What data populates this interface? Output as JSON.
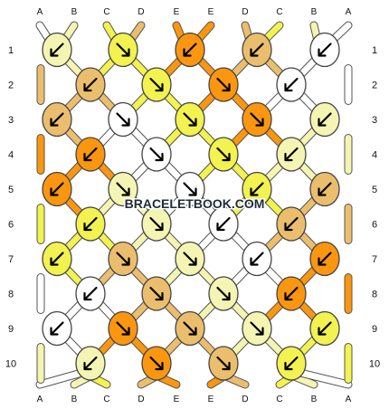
{
  "colors": {
    "A": "#ffffff",
    "B": "#f5f5b3",
    "C": "#f2f250",
    "D": "#ebbe6e",
    "E": "#fa960f"
  },
  "top_letters": [
    "A",
    "B",
    "C",
    "D",
    "E",
    "E",
    "D",
    "C",
    "B",
    "A"
  ],
  "bottom_letters": [
    "A",
    "B",
    "C",
    "D",
    "E",
    "E",
    "D",
    "C",
    "B",
    "A"
  ],
  "row_numbers": [
    "1",
    "2",
    "3",
    "4",
    "5",
    "6",
    "7",
    "8",
    "9",
    "10"
  ],
  "watermark": "BRACELETBOOK.COM",
  "knots": [
    [
      {
        "c": "B",
        "d": "L"
      },
      {
        "c": "C",
        "d": "R"
      },
      {
        "c": "E",
        "d": "L"
      },
      {
        "c": "D",
        "d": "L"
      },
      {
        "c": "A",
        "d": "L"
      }
    ],
    [
      {
        "c": "D",
        "d": "L"
      },
      {
        "c": "C",
        "d": "R"
      },
      {
        "c": "E",
        "d": "R"
      },
      {
        "c": "A",
        "d": "L"
      }
    ],
    [
      {
        "c": "D",
        "d": "L"
      },
      {
        "c": "A",
        "d": "R"
      },
      {
        "c": "C",
        "d": "R"
      },
      {
        "c": "E",
        "d": "R"
      },
      {
        "c": "B",
        "d": "L"
      }
    ],
    [
      {
        "c": "E",
        "d": "L"
      },
      {
        "c": "A",
        "d": "R"
      },
      {
        "c": "C",
        "d": "R"
      },
      {
        "c": "B",
        "d": "L"
      }
    ],
    [
      {
        "c": "E",
        "d": "L"
      },
      {
        "c": "B",
        "d": "R"
      },
      {
        "c": "A",
        "d": "R"
      },
      {
        "c": "C",
        "d": "L"
      },
      {
        "c": "D",
        "d": "L"
      }
    ],
    [
      {
        "c": "C",
        "d": "L"
      },
      {
        "c": "B",
        "d": "R"
      },
      {
        "c": "A",
        "d": "L"
      },
      {
        "c": "D",
        "d": "L"
      }
    ],
    [
      {
        "c": "C",
        "d": "L"
      },
      {
        "c": "D",
        "d": "R"
      },
      {
        "c": "B",
        "d": "R"
      },
      {
        "c": "A",
        "d": "L"
      },
      {
        "c": "E",
        "d": "L"
      }
    ],
    [
      {
        "c": "A",
        "d": "L"
      },
      {
        "c": "D",
        "d": "R"
      },
      {
        "c": "B",
        "d": "R"
      },
      {
        "c": "E",
        "d": "L"
      }
    ],
    [
      {
        "c": "A",
        "d": "L"
      },
      {
        "c": "E",
        "d": "R"
      },
      {
        "c": "D",
        "d": "R"
      },
      {
        "c": "B",
        "d": "R"
      },
      {
        "c": "C",
        "d": "L"
      }
    ],
    [
      {
        "c": "B",
        "d": "L"
      },
      {
        "c": "E",
        "d": "R"
      },
      {
        "c": "D",
        "d": "R"
      },
      {
        "c": "C",
        "d": "L"
      }
    ]
  ]
}
